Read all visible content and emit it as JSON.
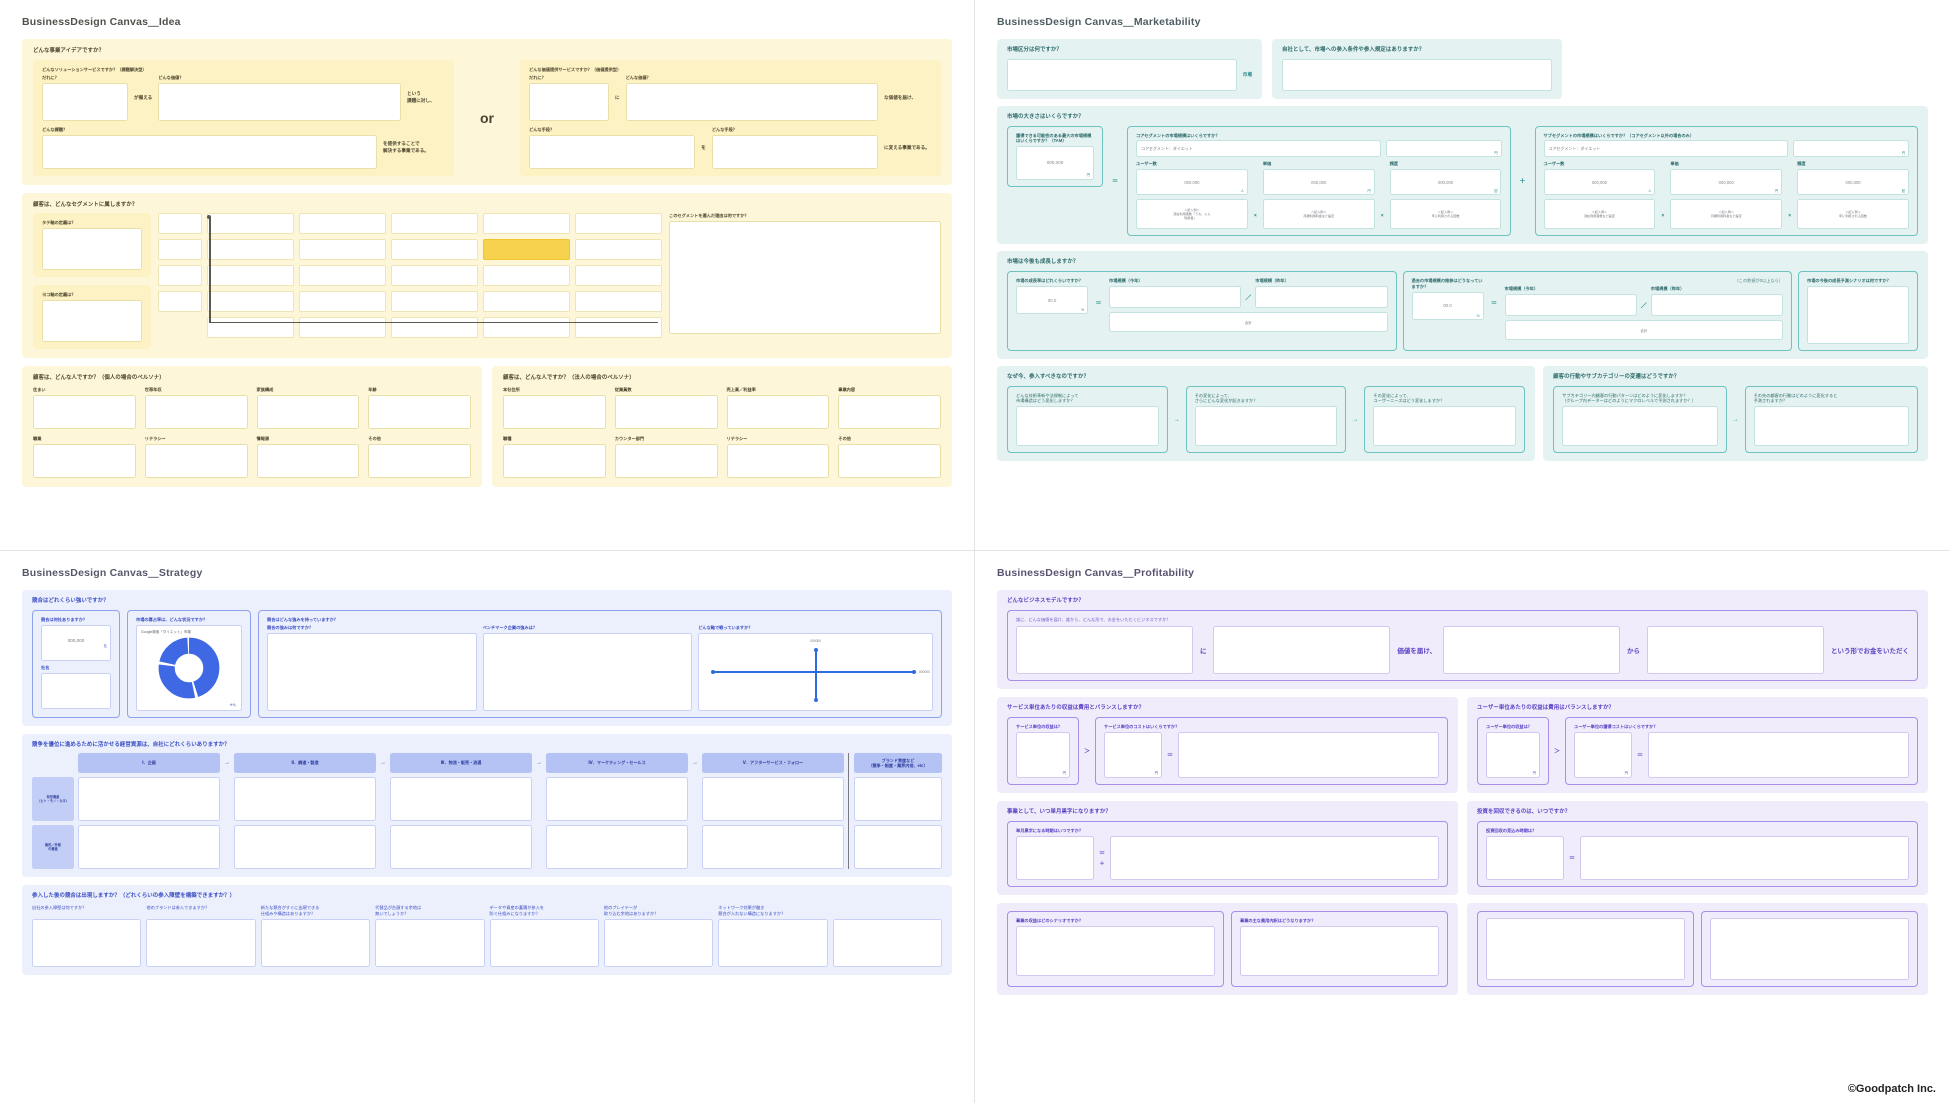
{
  "copyright": "©Goodpatch Inc.",
  "quadrants": {
    "idea": {
      "title": "BusinessDesign Canvas＿Idea",
      "s1": {
        "label": "どんな事業アイデアですか？",
        "left": {
          "label": "どんなソリューションサービスですか？（課題解決型）",
          "f1": "だれに？",
          "f2": "どんな価値？",
          "conn1": "が備える",
          "conn2": "という\n課題に対し、",
          "f3": "どんな課題？",
          "conn3": "を提供することで\n解決する事業である。"
        },
        "right": {
          "label": "どんな価値提供サービスですか？（価値提供型）",
          "f1": "だれに？",
          "f2": "どんな価値？",
          "conn1": "に",
          "conn2": "な価値を届け、",
          "f3": "どんな手段？",
          "f4": "どんな手段？",
          "conn3": "を",
          "conn4": "に変える事業である。"
        },
        "or": "or"
      },
      "s2": {
        "label": "顧客は、どんなセグメントに属しますか？",
        "axis_x": "タテ軸の定義は？",
        "axis_y": "ヨコ軸の定義は？",
        "reason_label": "このセグメントを選んだ理由は何ですか？",
        "row_labels": [
          "",
          "",
          "",
          "",
          ""
        ],
        "highlight": {
          "row": 1,
          "col": 3
        }
      },
      "s3": {
        "label": "顧客は、どんな人ですか？（個人の場合のペルソナ）",
        "fields": [
          "住まい",
          "世帯年収",
          "家族構成",
          "年齢",
          "職業",
          "リテラシー",
          "情報源",
          "その他"
        ]
      },
      "s4": {
        "label": "顧客は、どんな人ですか？（法人の場合のペルソナ）",
        "fields": [
          "本社住所",
          "従業員数",
          "売上高／利益率",
          "事業内容",
          "職種",
          "カウンター部門",
          "リテラシー",
          "その他"
        ]
      }
    },
    "marketability": {
      "title": "BusinessDesign Canvas＿Marketability",
      "s1": {
        "label": "市場区分は何ですか？",
        "unit": "市場"
      },
      "s2": {
        "label": "自社として、市場への参入条件や参入規定はありますか？"
      },
      "s3": {
        "label": "市場の大きさはいくらですか？",
        "total_label": "獲得できる可能性のある最大の市場規模はいくらですか？（TAM）",
        "total_value": "000,000",
        "total_unit": "円",
        "equals": "＝",
        "plus": "＋",
        "groups": [
          {
            "seg_label": "コアセグメントの市場規模はいくらですか？",
            "seg_value": "コアセグメント：ダイエット",
            "sub_value": "000,000",
            "sub_unit": "円",
            "cols": [
              {
                "label": "ユーザー数",
                "value": "000,000",
                "unit": "人",
                "note": "＜記入例＞\n潜在利用者数「うち、ジム\n利用者」…"
              },
              {
                "label": "単価",
                "value": "000,000",
                "unit": "円",
                "note": "＜記入例＞\n月額利用料金など設定"
              },
              {
                "label": "頻度",
                "value": "000,000",
                "unit": "回",
                "note": "＜記入例＞\n年に利用される回数"
              }
            ]
          },
          {
            "seg_label": "サブセグメントの市場規模はいくらですか？（コアセグメント以外の場合のみ）",
            "seg_value": "コアセグメント：ダイエット",
            "sub_value": "000,000",
            "sub_unit": "円",
            "cols": [
              {
                "label": "ユーザー数",
                "value": "000,000",
                "unit": "人",
                "note": "＜記入例＞\n潜在利用者数など設定"
              },
              {
                "label": "単価",
                "value": "000,000",
                "unit": "円",
                "note": "＜記入例＞\n月額利用料金など設定"
              },
              {
                "label": "頻度",
                "value": "000,000",
                "unit": "回",
                "note": "＜記入例＞\n年に利用される回数"
              }
            ]
          }
        ]
      },
      "s4": {
        "label": "市場は今後も成長しますか？",
        "blocks": [
          {
            "q": "市場の成長率はどれくらいですか？",
            "value": "00.0",
            "unit": "%",
            "eq": "＝",
            "now_label": "市場規模（今年）",
            "then_label": "市場規模（昨年）",
            "div": "／",
            "sum_label": "合計"
          },
          {
            "q": "過去の市場規模の推移はどうなっていますか？",
            "value": "00.0",
            "unit": "%",
            "eq": "＝",
            "now_label": "市場規模（今年）",
            "then_label": "市場規模（昨年）",
            "div": "／",
            "sum_label": "合計",
            "note": "（この数値が0以上なら）"
          }
        ],
        "right_label": "市場の今後の成長予測シナリオは何ですか？"
      },
      "s5": {
        "label": "なぜ今、参入すべきなのですか？",
        "steps": [
          "どんな技術革新や法規制によって\n市場構造はどう変化しますか？",
          "その変化によって、\nさらにどんな変化が起きますか？",
          "その変化によって、\nユーザーニーズはどう変化しますか？"
        ],
        "arrow": "→"
      },
      "s6": {
        "label": "顧客の行動やサブカテゴリーの変遷はどうですか？",
        "steps": [
          "サブカテゴリー内顧客の行動パターンはどのように変化しますか？\n（グループ内データーはどのようにマクロレベルで予測されますか？）",
          "その先の顧客の行動はどのように変化すると\n予測されますか？"
        ],
        "arrow": "→"
      }
    },
    "strategy": {
      "title": "BusinessDesign Canvas＿Strategy",
      "s1": {
        "label": "競合はどれくらい強いですか？",
        "c1": {
          "label": "競合は何社ありますか？",
          "value": "000,000",
          "unit": "社",
          "sub_label": "社名"
        },
        "c2": {
          "label": "市場の寡占率は、どんな状況ですか？",
          "chart_title": "Google検索「ダイエット」市場",
          "unit": "※％"
        },
        "c3": {
          "label": "競合はどんな強みを持っていますか？",
          "q": "競合の強みは何ですか？"
        },
        "c4": {
          "q": "ベンチマーク企業の強みは？"
        },
        "c5": {
          "q": "どんな軸で戦っていますか？",
          "axis_top": "000000",
          "axis_right": "000000"
        }
      },
      "s2": {
        "label": "競争を優位に進めるために活かせる経営資源は、自社にどれくらいありますか？",
        "side_labels": [
          "有形資産\n（ヒト・モノ・カネ）",
          "無形／外部\nの資産"
        ],
        "chain": [
          "Ⅰ．企画",
          "Ⅱ．調達・製造",
          "Ⅲ．物流・販売・流通",
          "Ⅳ．マーケティング・セールス",
          "Ⅴ．アフターサービス・フォロー"
        ],
        "arrow": "→",
        "extra_header": "ブランド資産など\n（競争・制度・業界内他、etc）"
      },
      "s3": {
        "label": "参入した後の競合は出現しますか？（どれくらいの参入障壁を構築できますか？）",
        "cards": [
          "自社の参入障壁は何ですか？",
          "他のブランドは参入できますか？",
          "新たな競合がすぐに出現できる\n仕組みや構造はありますか？",
          "代替品が台頭する余地は\n無いでしょうか？",
          "データや資産の蓄積が参入を\n防ぐ仕組みになりますか？",
          "他のプレイヤーが\n取り込む余地はありますか？",
          "ネットワーク効果が働き\n競合が入れない構造になりますか？",
          ""
        ]
      }
    },
    "profitability": {
      "title": "BusinessDesign Canvas＿Profitability",
      "s1": {
        "label": "どんなビジネスモデルですか？",
        "sub": "誰に、どんな価値を届け、誰から、どんな形で、お金をいただくビジネスですか？",
        "words": [
          "に",
          "価値を届け、",
          "から",
          "という形でお金をいただく"
        ]
      },
      "s2": {
        "label": "サービス単位あたりの収益は費用とバランスしますか？",
        "left": {
          "q": "サービス単位の収益は？",
          "unit": "円"
        },
        "right": {
          "q": "サービス単位のコストはいくらですか？",
          "unit": "円"
        },
        "gt": "＞",
        "eq": "＝"
      },
      "s3": {
        "label": "ユーザー単位あたりの収益は費用はバランスしますか？",
        "left": {
          "q": "ユーザー単位の収益は？",
          "unit": "円"
        },
        "right": {
          "q": "ユーザー単位の獲得コストはいくらですか？",
          "unit": "円"
        },
        "gt": "＞",
        "eq": "＝"
      },
      "s4": {
        "label": "事業として、いつ単月黒字になりますか？",
        "q": "単月黒字になる時期はいつですか？",
        "eq": "＝",
        "plus": "＋"
      },
      "s5": {
        "label": "投資を回収できるのは、いつですか？",
        "q": "投資回収の見込み時期は？",
        "eq": "＝"
      },
      "s6": {
        "cards": [
          "事業の収益はどのシナリオですか？",
          "事業の主な費用内訳はどうなりますか？",
          "",
          ""
        ]
      }
    }
  }
}
